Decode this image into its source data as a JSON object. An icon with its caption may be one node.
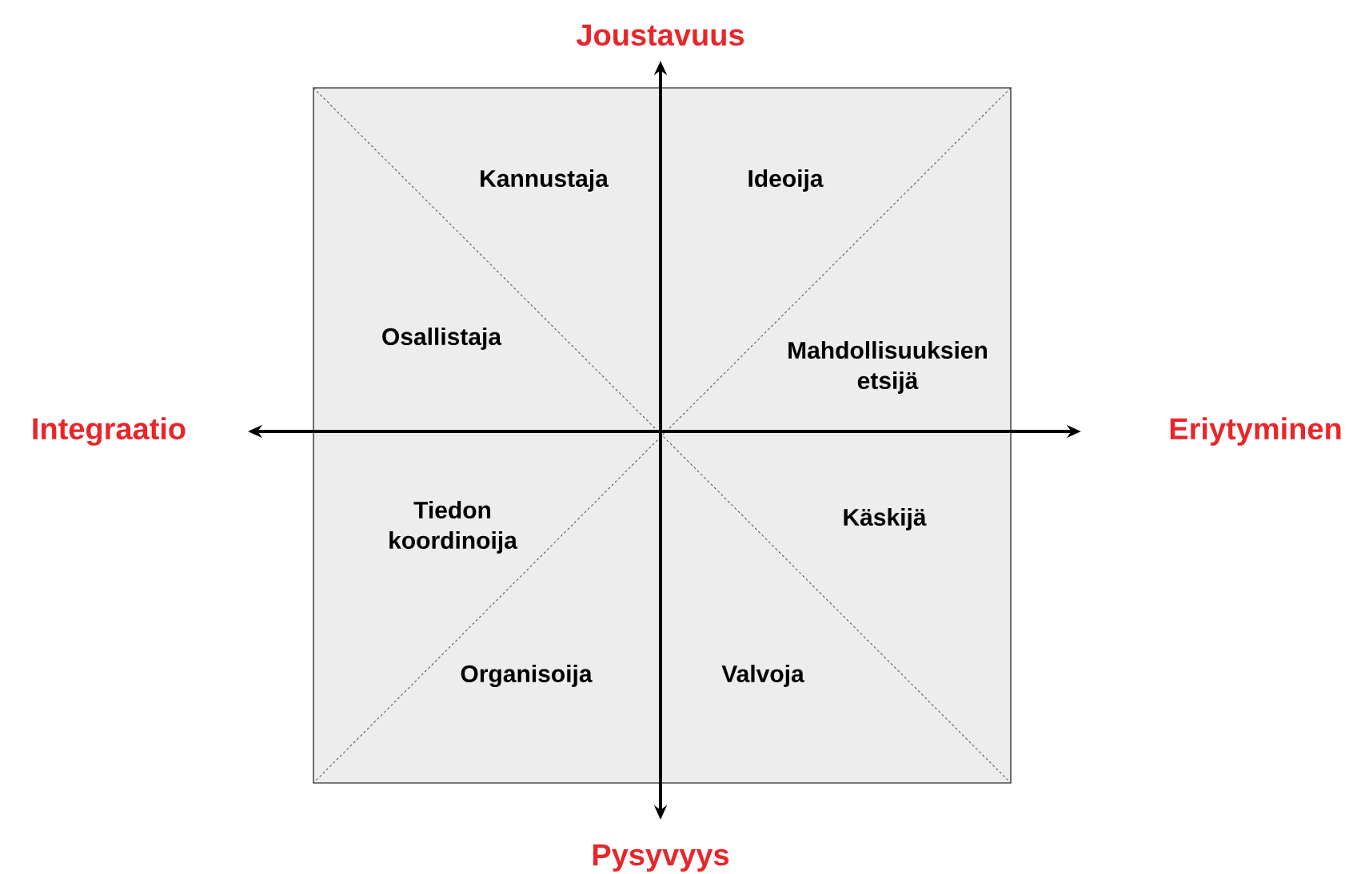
{
  "diagram": {
    "labels": [
      "Joustavuus",
      "Kannustaja",
      "Ideoija",
      "Osallistaja",
      "Mahdollisuuksien etsijä",
      "Integraatio",
      "Eriytyminen",
      "Tiedon koordinoija",
      "Käskijä",
      "Organisoija",
      "Valvoja",
      "Pysyvyys"
    ]
  }
}
